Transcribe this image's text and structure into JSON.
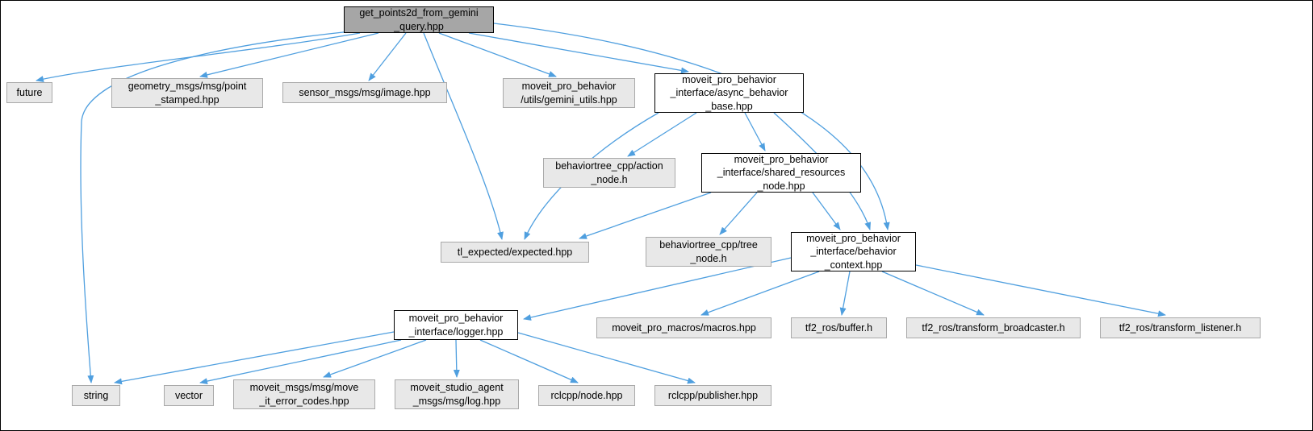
{
  "diagram": {
    "type": "include-dependency-graph",
    "colors": {
      "edge": "#4f9fdf",
      "root_fill": "#a6a6a6",
      "node_fill": "#e8e8e8",
      "linked_node_fill": "#ffffff",
      "border_gray": "#a9a9a9",
      "border_black": "#000000"
    },
    "nodes": [
      {
        "id": "root",
        "label": "get_points2d_from_gemini\n_query.hpp"
      },
      {
        "id": "future",
        "label": "future"
      },
      {
        "id": "point_stamped",
        "label": "geometry_msgs/msg/point\n_stamped.hpp"
      },
      {
        "id": "image",
        "label": "sensor_msgs/msg/image.hpp"
      },
      {
        "id": "gemini_utils",
        "label": "moveit_pro_behavior\n/utils/gemini_utils.hpp"
      },
      {
        "id": "async_behavior_base",
        "label": "moveit_pro_behavior\n_interface/async_behavior\n_base.hpp"
      },
      {
        "id": "action_node",
        "label": "behaviortree_cpp/action\n_node.h"
      },
      {
        "id": "shared_resources_node",
        "label": "moveit_pro_behavior\n_interface/shared_resources\n_node.hpp"
      },
      {
        "id": "expected",
        "label": "tl_expected/expected.hpp"
      },
      {
        "id": "tree_node",
        "label": "behaviortree_cpp/tree\n_node.h"
      },
      {
        "id": "behavior_context",
        "label": "moveit_pro_behavior\n_interface/behavior\n_context.hpp"
      },
      {
        "id": "logger",
        "label": "moveit_pro_behavior\n_interface/logger.hpp"
      },
      {
        "id": "macros",
        "label": "moveit_pro_macros/macros.hpp"
      },
      {
        "id": "buffer",
        "label": "tf2_ros/buffer.h"
      },
      {
        "id": "transform_broadcaster",
        "label": "tf2_ros/transform_broadcaster.h"
      },
      {
        "id": "transform_listener",
        "label": "tf2_ros/transform_listener.h"
      },
      {
        "id": "string",
        "label": "string"
      },
      {
        "id": "vector",
        "label": "vector"
      },
      {
        "id": "move_it_error_codes",
        "label": "moveit_msgs/msg/move\n_it_error_codes.hpp"
      },
      {
        "id": "log",
        "label": "moveit_studio_agent\n_msgs/msg/log.hpp"
      },
      {
        "id": "rclcpp_node",
        "label": "rclcpp/node.hpp"
      },
      {
        "id": "rclcpp_publisher",
        "label": "rclcpp/publisher.hpp"
      }
    ],
    "edges": [
      {
        "from": "root",
        "to": "future"
      },
      {
        "from": "root",
        "to": "string"
      },
      {
        "from": "root",
        "to": "point_stamped"
      },
      {
        "from": "root",
        "to": "image"
      },
      {
        "from": "root",
        "to": "gemini_utils"
      },
      {
        "from": "root",
        "to": "async_behavior_base"
      },
      {
        "from": "root",
        "to": "expected"
      },
      {
        "from": "root",
        "to": "behavior_context"
      },
      {
        "from": "async_behavior_base",
        "to": "action_node"
      },
      {
        "from": "async_behavior_base",
        "to": "shared_resources_node"
      },
      {
        "from": "async_behavior_base",
        "to": "expected"
      },
      {
        "from": "async_behavior_base",
        "to": "behavior_context"
      },
      {
        "from": "shared_resources_node",
        "to": "expected"
      },
      {
        "from": "shared_resources_node",
        "to": "tree_node"
      },
      {
        "from": "shared_resources_node",
        "to": "behavior_context"
      },
      {
        "from": "behavior_context",
        "to": "logger"
      },
      {
        "from": "behavior_context",
        "to": "macros"
      },
      {
        "from": "behavior_context",
        "to": "buffer"
      },
      {
        "from": "behavior_context",
        "to": "transform_broadcaster"
      },
      {
        "from": "behavior_context",
        "to": "transform_listener"
      },
      {
        "from": "logger",
        "to": "string"
      },
      {
        "from": "logger",
        "to": "vector"
      },
      {
        "from": "logger",
        "to": "move_it_error_codes"
      },
      {
        "from": "logger",
        "to": "log"
      },
      {
        "from": "logger",
        "to": "rclcpp_node"
      },
      {
        "from": "logger",
        "to": "rclcpp_publisher"
      }
    ]
  }
}
